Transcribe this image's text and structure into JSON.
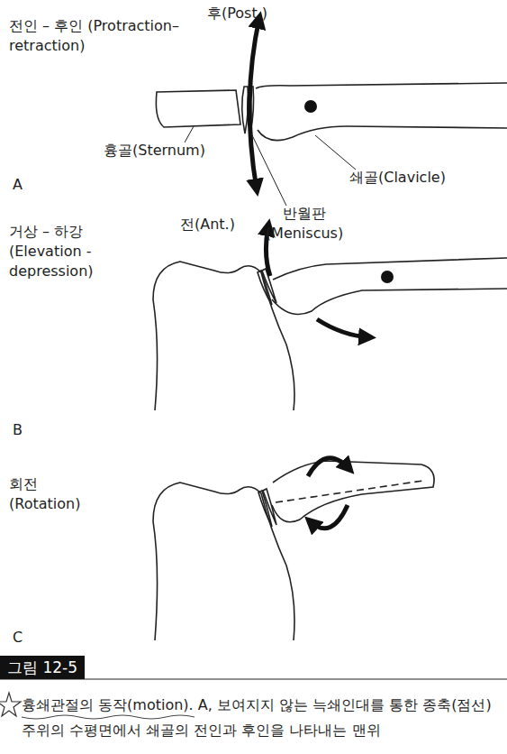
{
  "diagram": {
    "caption": "흉쇄관절의 동작(motion). A, 보여지지 않는 늑쇄인대를 통한 종축(점선)주위의 수평면에서 쇄골의 전인과 후인을 나타내는 맨위",
    "labels": [
      "전인 – 후인 (Protraction–retraction)",
      "후(Post.)",
      "흉골(Sternum)",
      "쇄골(Clavicle)",
      "A",
      "반월판 (Meniscus)",
      "전(Ant.)",
      "거상 – 하강 (Elevation -depression)",
      "B",
      "회전 (Rotation)",
      "C",
      "그림 12-5"
    ]
  }
}
